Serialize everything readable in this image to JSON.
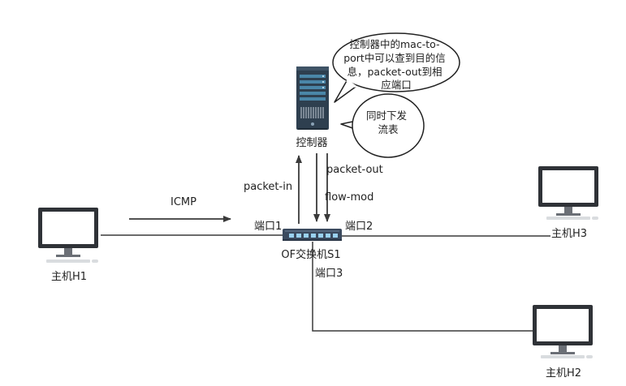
{
  "nodes": {
    "controller": {
      "label": "控制器"
    },
    "switch": {
      "label": "OF交换机S1"
    },
    "h1": {
      "label": "主机H1"
    },
    "h2": {
      "label": "主机H2"
    },
    "h3": {
      "label": "主机H3"
    }
  },
  "ports": {
    "p1": "端口1",
    "p2": "端口2",
    "p3": "端口3"
  },
  "messages": {
    "icmp": "ICMP",
    "packet_in": "packet-in",
    "packet_out": "packet-out",
    "flow_mod": "flow-mod"
  },
  "bubbles": {
    "large": [
      "控制器中的mac-to-",
      "port中可以查到目的信",
      "息，packet-out到相",
      "应端口"
    ],
    "small": [
      "同时下发",
      "流表"
    ]
  },
  "colors": {
    "server_body": "#2e3f4f",
    "server_panel": "#4a86a8",
    "switch_body": "#3b4a5e",
    "switch_port": "#9ad2f0",
    "monitor_frame": "#2f3237",
    "line": "#3a3a3a"
  }
}
